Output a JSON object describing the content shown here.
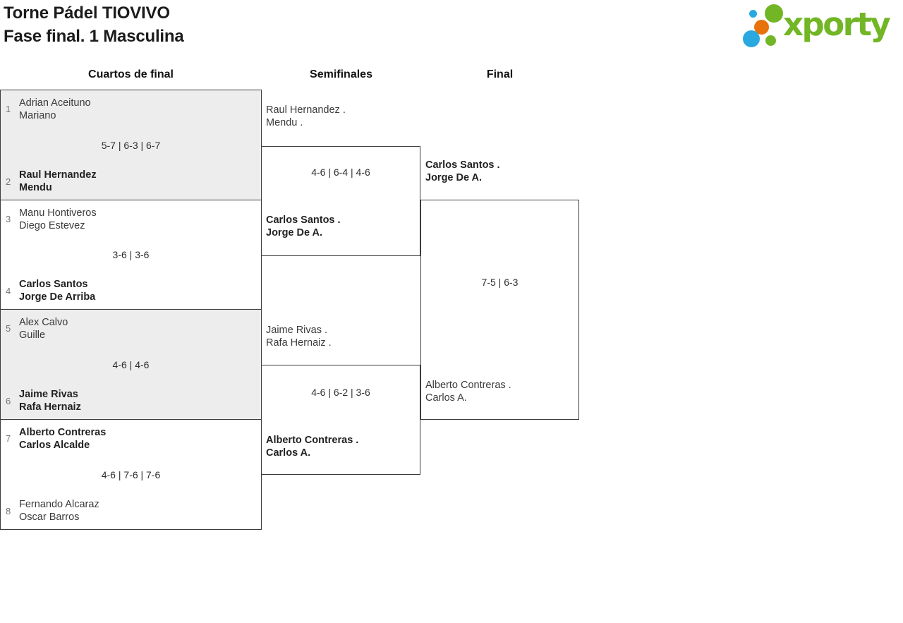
{
  "header": {
    "title_line1": "Torne Pádel TIOVIVO",
    "title_line2": "Fase final. 1 Masculina"
  },
  "logo": {
    "text": "xporty",
    "green": "#72b626",
    "blue": "#29a9e0",
    "orange": "#e8720c"
  },
  "round_headers": {
    "quarterfinals": "Cuartos de final",
    "semifinals": "Semifinales",
    "final": "Final"
  },
  "quarterfinals": [
    {
      "seed_top": "1",
      "top_line1": "Adrian Aceituno",
      "top_line2": "Mariano",
      "score": "5-7 | 6-3 | 6-7",
      "seed_bottom": "2",
      "bottom_line1": "Raul Hernandez",
      "bottom_line2": "Mendu"
    },
    {
      "seed_top": "3",
      "top_line1": "Manu Hontiveros",
      "top_line2": "Diego Estevez",
      "score": "3-6 | 3-6",
      "seed_bottom": "4",
      "bottom_line1": "Carlos Santos",
      "bottom_line2": "Jorge De Arriba"
    },
    {
      "seed_top": "5",
      "top_line1": "Alex Calvo",
      "top_line2": "Guille",
      "score": "4-6 | 4-6",
      "seed_bottom": "6",
      "bottom_line1": "Jaime Rivas",
      "bottom_line2": "Rafa Hernaiz"
    },
    {
      "seed_top": "7",
      "top_line1": "Alberto Contreras",
      "top_line2": "Carlos Alcalde",
      "score": "4-6 | 7-6 | 7-6",
      "seed_bottom": "8",
      "bottom_line1": "Fernando Alcaraz",
      "bottom_line2": "Oscar Barros"
    }
  ],
  "semifinals": [
    {
      "top_line1": "Raul Hernandez .",
      "top_line2": "Mendu .",
      "score": "4-6 | 6-4 | 4-6",
      "bottom_line1": "Carlos Santos .",
      "bottom_line2": "Jorge De A."
    },
    {
      "top_line1": "Jaime Rivas .",
      "top_line2": "Rafa Hernaiz .",
      "score": "4-6 | 6-2 | 3-6",
      "bottom_line1": "Alberto Contreras .",
      "bottom_line2": "Carlos A."
    }
  ],
  "final": {
    "top_line1": "Carlos Santos .",
    "top_line2": "Jorge De A.",
    "score": "7-5 | 6-3",
    "bottom_line1": "Alberto Contreras .",
    "bottom_line2": "Carlos A."
  }
}
